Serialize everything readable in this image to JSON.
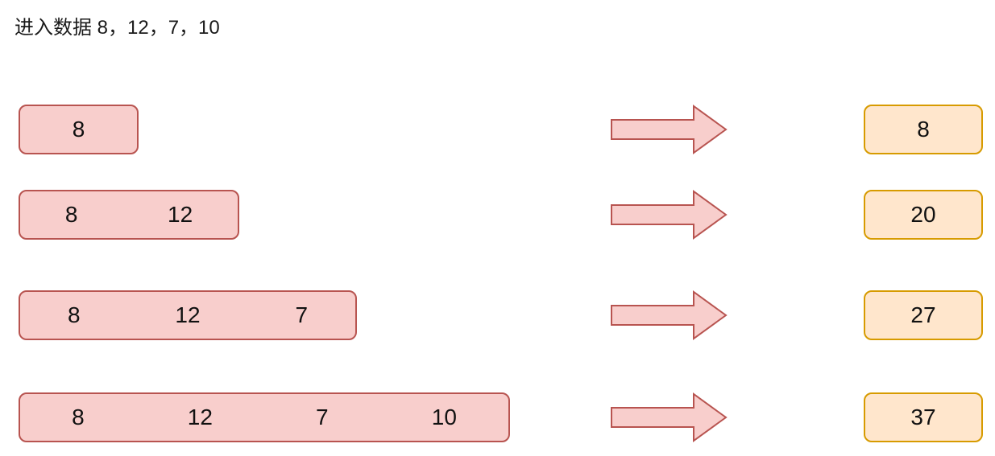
{
  "title": "进入数据 8，12，7，10",
  "colors": {
    "pink_fill": "#f8cecc",
    "pink_border": "#b85450",
    "yellow_fill": "#ffe6cc",
    "yellow_border": "#d79b00",
    "text": "#111111",
    "background": "#ffffff"
  },
  "arrow_icon": "right-block-arrow",
  "rows": [
    {
      "inputs": [
        "8"
      ],
      "sum": "8"
    },
    {
      "inputs": [
        "8",
        "12"
      ],
      "sum": "20"
    },
    {
      "inputs": [
        "8",
        "12",
        "7"
      ],
      "sum": "27"
    },
    {
      "inputs": [
        "8",
        "12",
        "7",
        "10"
      ],
      "sum": "37"
    }
  ]
}
